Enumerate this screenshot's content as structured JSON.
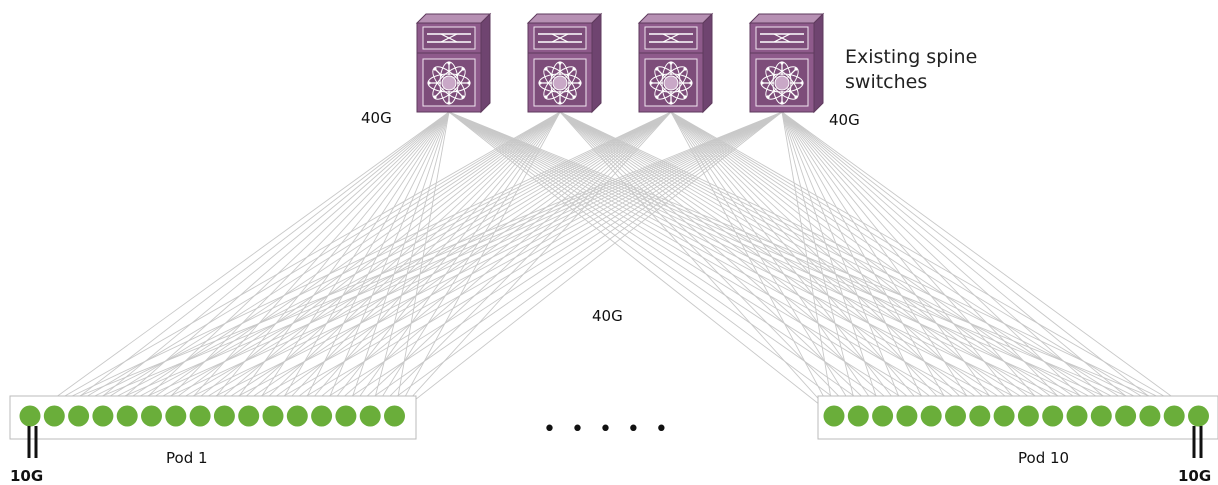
{
  "spine": {
    "count": 4,
    "label_line1": "Existing spine",
    "label_line2": "switches",
    "color": "#8e5a8b"
  },
  "links": {
    "uplink_label_left": "40G",
    "uplink_label_right": "40G",
    "center_label": "40G",
    "line_color": "#c8c8c8"
  },
  "pods": [
    {
      "label": "Pod 1",
      "leaf_count": 16,
      "host_link_label": "10G"
    },
    {
      "label": "Pod 10",
      "leaf_count": 16,
      "host_link_label": "10G"
    }
  ],
  "ellipsis": "• • • • •",
  "leaf_color": "#6aae3a"
}
